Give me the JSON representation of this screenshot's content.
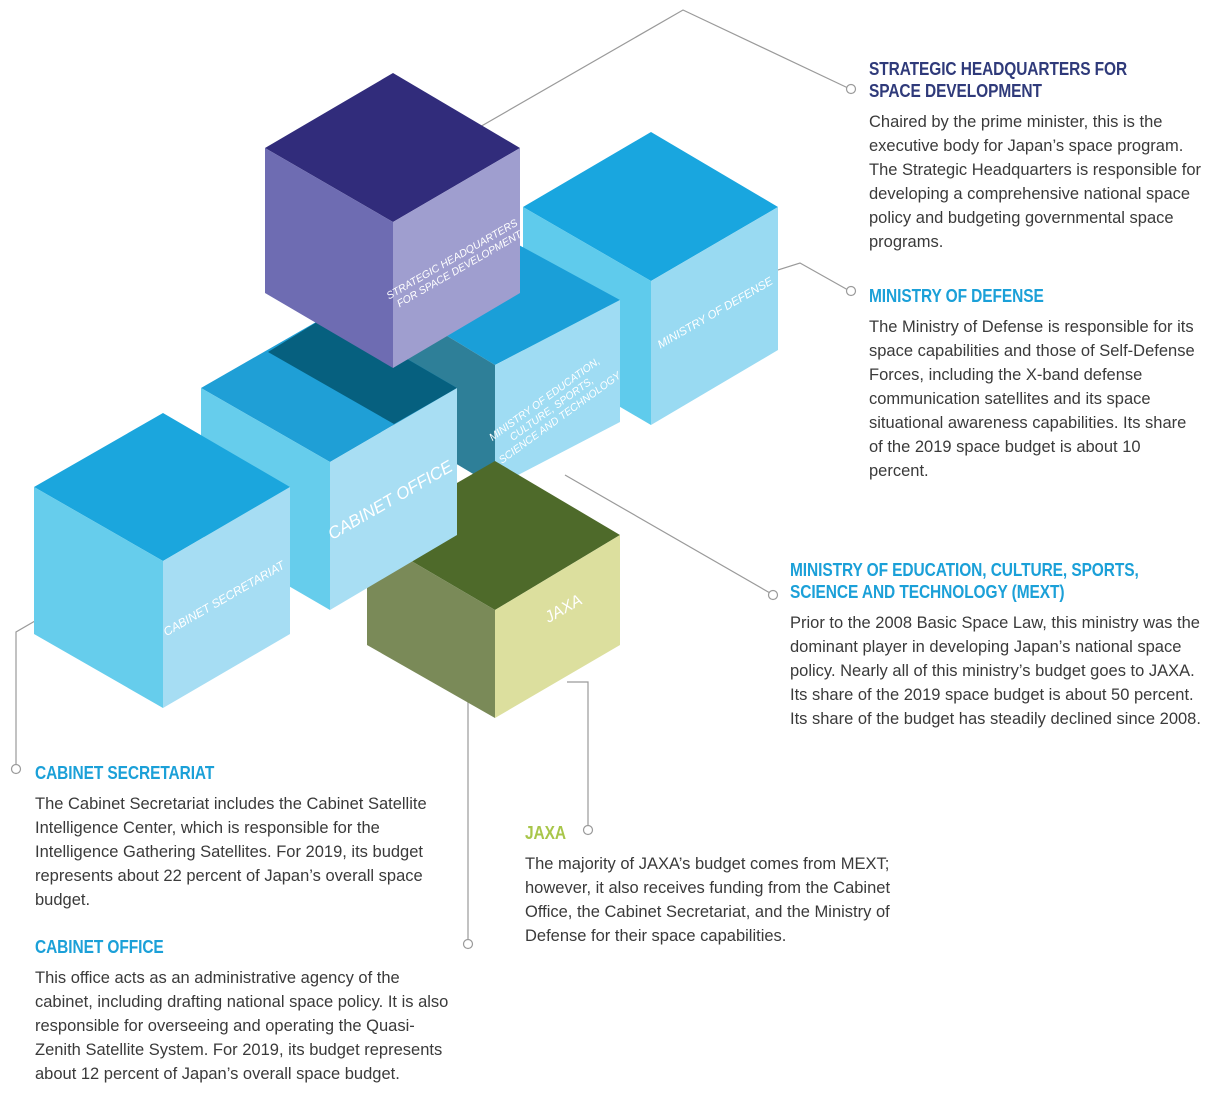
{
  "cubes": {
    "strategic": "STRATEGIC HEADQUARTERS FOR SPACE DEVELOPMENT",
    "defense": "MINISTRY OF DEFENSE",
    "mext": "MINISTRY OF EDUCATION, CULTURE, SPORTS, SCIENCE AND TECHNOLOGY",
    "cabinet_office": "CABINET OFFICE",
    "cabinet_secretariat": "CABINET SECRETARIAT",
    "jaxa": "JAXA"
  },
  "callouts": {
    "strategic": {
      "title_line1": "STRATEGIC HEADQUARTERS FOR",
      "title_line2": "SPACE DEVELOPMENT",
      "body": "Chaired by the prime minister, this is the executive body for Japan’s space program. The Strategic Headquarters is responsible for developing a comprehensive national space policy and budgeting governmental space programs."
    },
    "defense": {
      "title": "MINISTRY OF DEFENSE",
      "body": "The Ministry of Defense is responsible for its space capabilities and those of Self-Defense Forces, including the X-band defense communication satellites and its space situational awareness capabilities. Its share of the 2019 space budget is about 10 percent."
    },
    "mext": {
      "title_line1": "MINISTRY OF EDUCATION, CULTURE, SPORTS,",
      "title_line2": "SCIENCE AND TECHNOLOGY (MEXT)",
      "body": "Prior to the 2008 Basic Space Law, this ministry was the dominant player in developing Japan’s national space policy. Nearly all of this ministry’s budget goes to JAXA. Its share of the 2019 space budget is about 50 percent. Its share of the budget has steadily declined since 2008."
    },
    "cabinet_secretariat": {
      "title": "CABINET SECRETARIAT",
      "body": "The Cabinet Secretariat includes the Cabinet Satellite Intelligence Center, which is responsible for the Intelligence Gathering Satellites. For 2019, its budget represents about 22 percent of Japan’s overall space budget."
    },
    "cabinet_office": {
      "title": "CABINET OFFICE",
      "body": "This office acts as an administrative agency of the cabinet, including drafting national space policy. It is also responsible for overseeing and operating the Quasi-Zenith Satellite System. For 2019, its budget represents about 12 percent of Japan’s overall space budget."
    },
    "jaxa": {
      "title": "JAXA",
      "body": "The majority of JAXA’s budget comes from MEXT; however, it also receives funding from the Cabinet Office, the Cabinet Secretariat, and the Ministry of Defense for their space capabilities."
    }
  },
  "colors": {
    "navy_title": "#2f3a7a",
    "blue_title": "#1ba0d8",
    "jaxa_title": "#a8c64a",
    "body_text": "#3a3a3a",
    "leader_line": "#9a9a9a"
  }
}
